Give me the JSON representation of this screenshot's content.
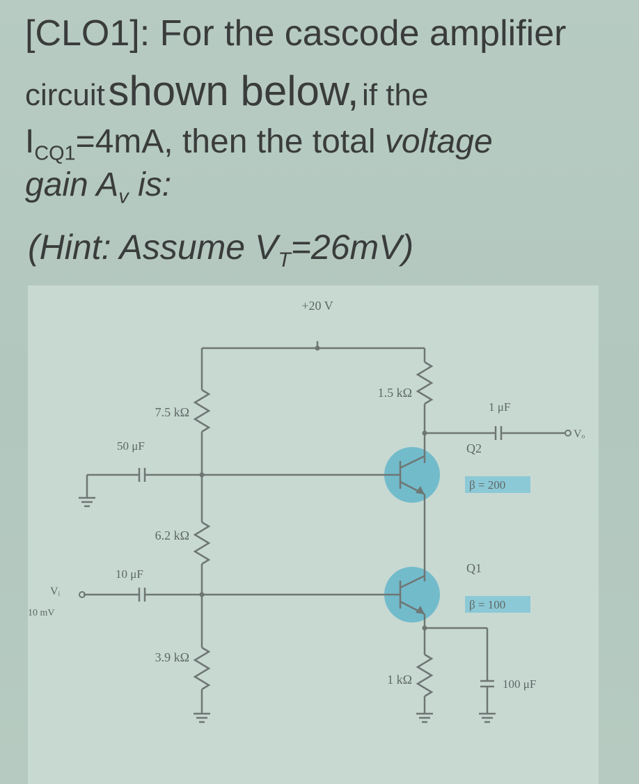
{
  "question": {
    "line1": "[CLO1]: For the cascode amplifier",
    "line2_a": "circuit",
    "line2_b": "shown below,",
    "line2_c": "if the",
    "line3_sym": "I",
    "line3_sub": "CQ1",
    "line3_rest": "=4mA, then the total",
    "line3_ital": "voltage",
    "line4_a": "gain A",
    "line4_sub": "v",
    "line4_b": "is:",
    "hint_a": "(Hint: Assume V",
    "hint_sub": "T",
    "hint_b": "=26mV)"
  },
  "circuit": {
    "supply": "+20 V",
    "r1": "7.5 kΩ",
    "r2": "6.2 kΩ",
    "r3": "3.9 kΩ",
    "rc": "1.5 kΩ",
    "re": "1 kΩ",
    "c_bias": "50 μF",
    "c_in": "10 μF",
    "c_out": "1 μF",
    "c_e": "100 μF",
    "q2": "Q2",
    "beta2": "β = 200",
    "q1": "Q1",
    "beta1": "β = 100",
    "vin": "Vᵢ",
    "vin_val": "10 mV",
    "vout": "Vₒ"
  },
  "colors": {
    "text": "#3a3c3c",
    "wire": "#6e7674",
    "transistor_highlight": "#5cb3c9",
    "beta_badge": "#8cc9d6",
    "circuit_panel": "#c9d9d3"
  }
}
